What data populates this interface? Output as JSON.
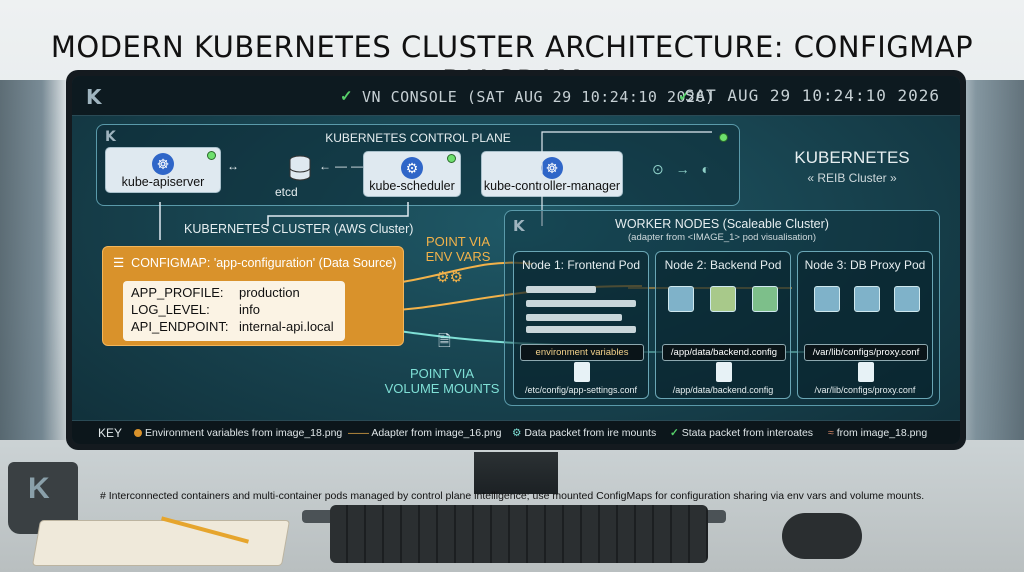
{
  "page_title": "MODERN KUBERNETES CLUSTER ARCHITECTURE: CONFIGMAP DIAGRAM",
  "console": {
    "title": "VN CONSOLE (SAT AUG 29 10:24:10 2026)",
    "clock": "SAT AUG 29 10:24:10 2026",
    "logo": "K"
  },
  "control_plane": {
    "label": "KUBERNETES CONTROL PLANE",
    "components": [
      "kube-apiserver",
      "etcd",
      "kube-scheduler",
      "kube-controller-manager"
    ]
  },
  "brand": {
    "title": "KUBERNETES",
    "subtitle": "« REIB Cluster »"
  },
  "cluster_label": "KUBERNETES CLUSTER (AWS Cluster)",
  "configmap": {
    "title": "CONFIGMAP: 'app-configuration' (Data Source)",
    "rows": [
      {
        "key": "APP_PROFILE:",
        "value": "production"
      },
      {
        "key": "LOG_LEVEL:",
        "value": "info"
      },
      {
        "key": "API_ENDPOINT:",
        "value": "internal-api.local"
      }
    ]
  },
  "notes": {
    "env": [
      "POINT VIA",
      "ENV VARS"
    ],
    "volume": [
      "POINT VIA",
      "VOLUME MOUNTS"
    ]
  },
  "workers": {
    "title": "WORKER NODES (Scaleable Cluster)",
    "subtitle": "(adapter from <IMAGE_1> pod visualisation)",
    "nodes": [
      {
        "title": "Node 1: Frontend Pod",
        "tag": "environment variables",
        "path": "/etc/config/app-settings.conf"
      },
      {
        "title": "Node 2: Backend Pod",
        "tag": "/app/data/backend.config",
        "path": "/app/data/backend.config"
      },
      {
        "title": "Node 3: DB Proxy Pod",
        "tag": "/var/lib/configs/proxy.conf",
        "path": "/var/lib/configs/proxy.conf"
      }
    ]
  },
  "key": {
    "label": "KEY",
    "items": [
      "Environment variables from image_18.png",
      "Adapter from image_16.png",
      "Data packet from ire mounts",
      "Stata packet from interoates",
      "from image_18.png"
    ]
  },
  "caption": "# Interconnected containers and multi-container pods managed by control plane intelligence; use mounted ConfigMaps for configuration sharing via env vars and volume mounts.",
  "colors": {
    "orange": "#d9922b",
    "teal": "#17414d",
    "green": "#57d06a",
    "cube_blue": "#7fb2c9",
    "cube_green": "#7dbf8a"
  }
}
